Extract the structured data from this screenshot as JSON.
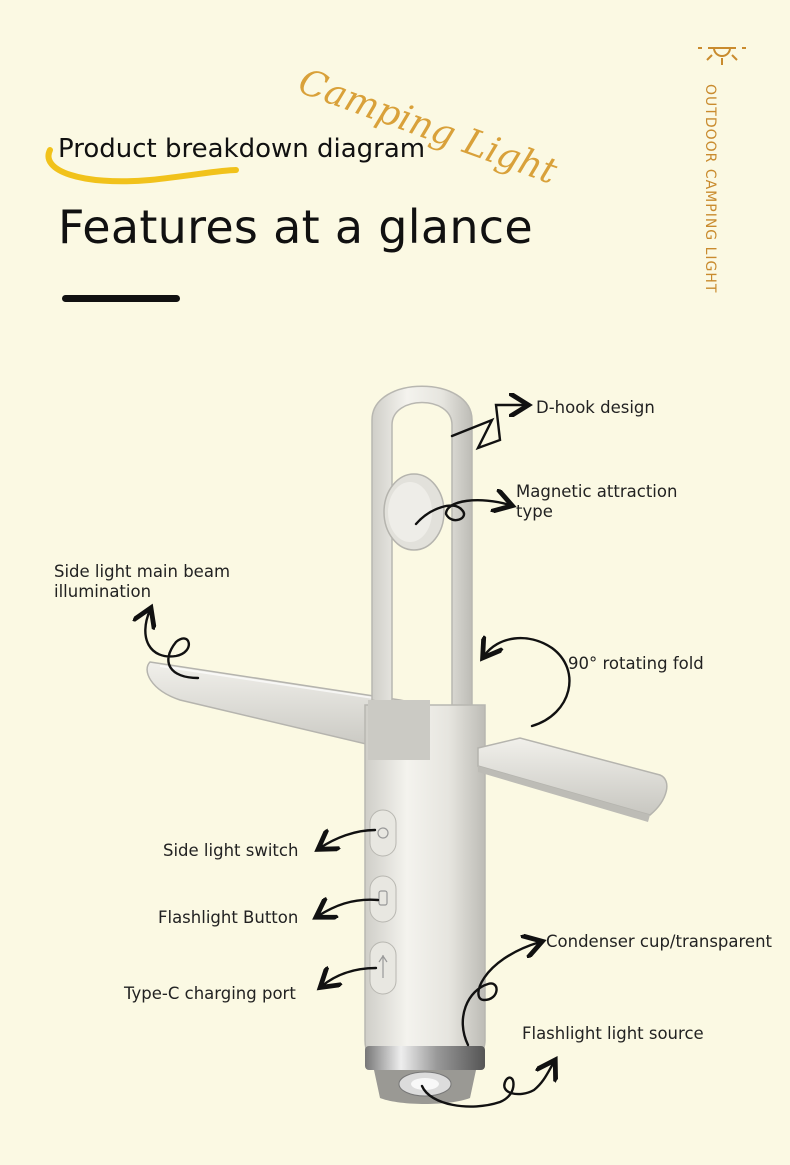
{
  "header": {
    "script_title": "Camping Light",
    "subtitle": "Product breakdown diagram",
    "title": "Features at a glance",
    "vertical_label": "OUTDOOR CAMPING LIGHT"
  },
  "callouts": {
    "d_hook": "D-hook design",
    "magnetic_line1": "Magnetic attraction",
    "magnetic_line2": "type",
    "side_beam_line1": "Side light main beam",
    "side_beam_line2": "illumination",
    "rotating_fold": "90° rotating fold",
    "side_switch": "Side light switch",
    "flash_button": "Flashlight Button",
    "typec_port": "Type-C charging port",
    "condenser_cup": "Condenser cup/transparent",
    "light_source": "Flashlight light source"
  },
  "colors": {
    "background": "#fbf9e3",
    "accent": "#d9a13a",
    "vertical_label": "#c98b2e",
    "product_body": "#e9e8e3",
    "arrow": "#111111"
  },
  "icons": [
    "sun-lamp-icon",
    "light-switch-icon",
    "flashlight-icon",
    "usb-icon"
  ]
}
